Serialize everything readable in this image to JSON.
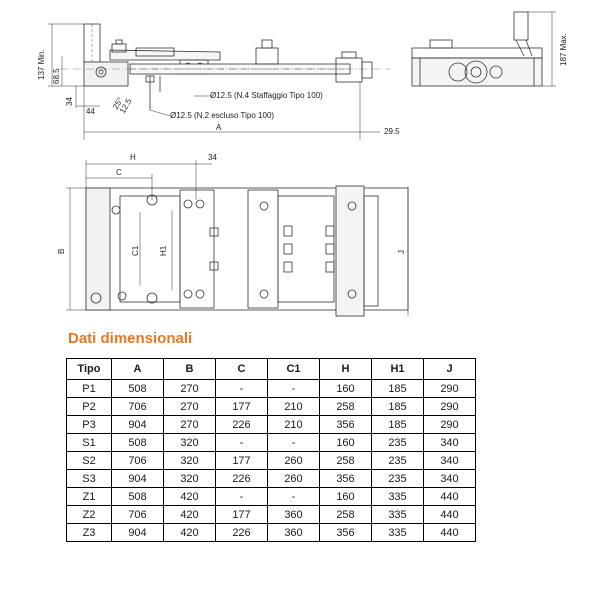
{
  "drawings": {
    "side_view": {
      "labels": {
        "min_height": "137 Min.",
        "d1": "68.5",
        "d2": "34",
        "d3": "44",
        "d4": "25°",
        "d5": "12.5",
        "staff": "Ø12.5 (N.4 Staffaggio Tipo 100)",
        "escluso": "Ø12.5 (N.2 escluso Tipo 100)",
        "a": "A",
        "b": "29.5"
      }
    },
    "front_view": {
      "labels": {
        "max_height": "187 Max."
      }
    },
    "plan_view": {
      "labels": {
        "h": "H",
        "c": "C",
        "d34": "34",
        "b": "B",
        "c1": "C1",
        "h1": "H1",
        "j": "J"
      }
    }
  },
  "section_title": "Dati dimensionali",
  "table": {
    "headers": [
      "Tipo",
      "A",
      "B",
      "C",
      "C1",
      "H",
      "H1",
      "J"
    ],
    "rows": [
      [
        "P1",
        "508",
        "270",
        "-",
        "-",
        "160",
        "185",
        "290"
      ],
      [
        "P2",
        "706",
        "270",
        "177",
        "210",
        "258",
        "185",
        "290"
      ],
      [
        "P3",
        "904",
        "270",
        "226",
        "210",
        "356",
        "185",
        "290"
      ],
      [
        "S1",
        "508",
        "320",
        "-",
        "-",
        "160",
        "235",
        "340"
      ],
      [
        "S2",
        "706",
        "320",
        "177",
        "260",
        "258",
        "235",
        "340"
      ],
      [
        "S3",
        "904",
        "320",
        "226",
        "260",
        "356",
        "235",
        "340"
      ],
      [
        "Z1",
        "508",
        "420",
        "-",
        "-",
        "160",
        "335",
        "440"
      ],
      [
        "Z2",
        "706",
        "420",
        "177",
        "360",
        "258",
        "335",
        "440"
      ],
      [
        "Z3",
        "904",
        "420",
        "226",
        "360",
        "356",
        "335",
        "440"
      ]
    ]
  }
}
